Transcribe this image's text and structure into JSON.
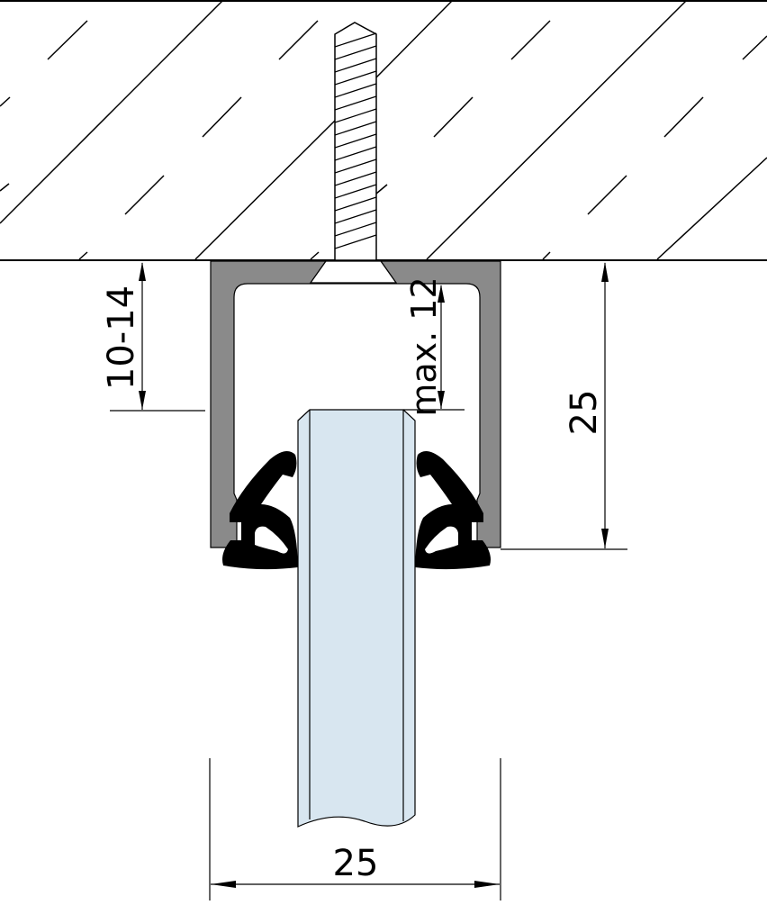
{
  "diagram": {
    "type": "technical-cross-section",
    "subject": "Glass panel clamped in U-profile ceiling rail with rubber gaskets, fixed by screw into ceiling",
    "components": [
      {
        "id": "ceiling",
        "label": "Ceiling (concrete, hatched)"
      },
      {
        "id": "screw",
        "label": "Fixing screw (threaded)"
      },
      {
        "id": "u-profile",
        "label": "Aluminium U-profile"
      },
      {
        "id": "gasket-left",
        "label": "Rubber gasket (left)"
      },
      {
        "id": "gasket-right",
        "label": "Rubber gasket (right)"
      },
      {
        "id": "glass",
        "label": "Glass panel"
      }
    ],
    "dimensions": {
      "ceiling_gap": "10-14",
      "glass_insertion": "max. 12",
      "profile_height": "25",
      "profile_width": "25"
    },
    "colors": {
      "profile_fill": "#8a8a8a",
      "glass_fill": "#d8e6f0",
      "gasket_fill": "#000000",
      "line": "#000000",
      "background": "#ffffff"
    }
  }
}
